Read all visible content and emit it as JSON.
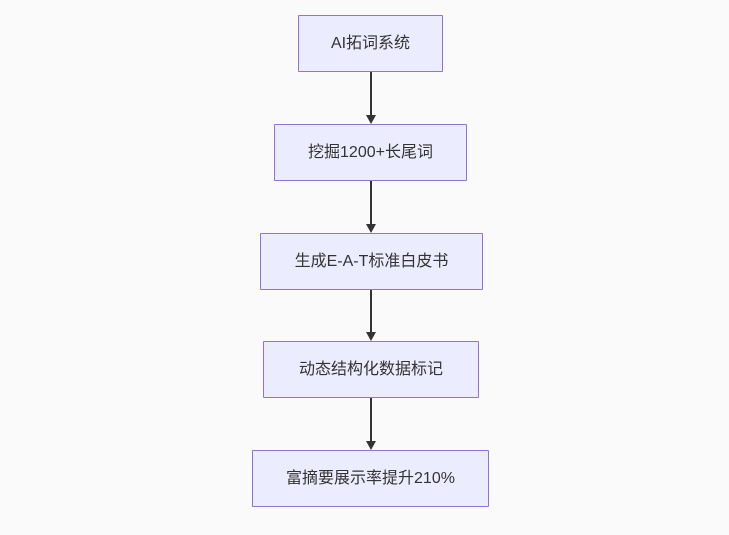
{
  "diagram": {
    "type": "flowchart",
    "direction": "top-down",
    "nodes": [
      {
        "id": "node-1",
        "label": "AI拓词系统"
      },
      {
        "id": "node-2",
        "label": "挖掘1200+长尾词"
      },
      {
        "id": "node-3",
        "label": "生成E-A-T标准白皮书"
      },
      {
        "id": "node-4",
        "label": "动态结构化数据标记"
      },
      {
        "id": "node-5",
        "label": "富摘要展示率提升210%"
      }
    ],
    "edges": [
      {
        "from": "node-1",
        "to": "node-2"
      },
      {
        "from": "node-2",
        "to": "node-3"
      },
      {
        "from": "node-3",
        "to": "node-4"
      },
      {
        "from": "node-4",
        "to": "node-5"
      }
    ],
    "colors": {
      "background": "#fafafa",
      "node_fill": "#ECECFF",
      "node_border": "#9370DB",
      "text": "#333333",
      "arrow": "#333333"
    }
  }
}
